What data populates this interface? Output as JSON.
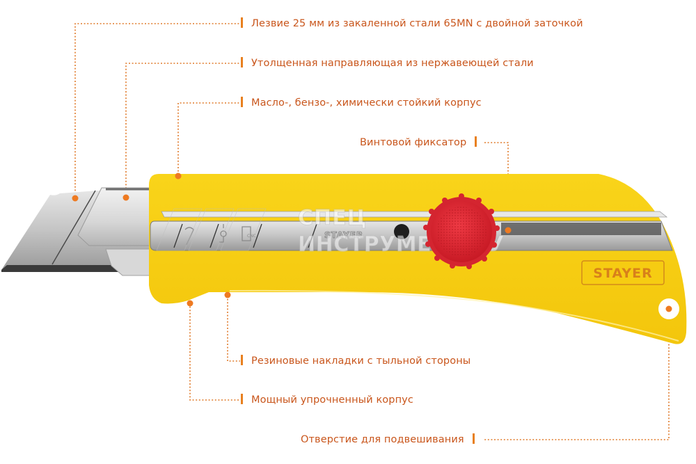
{
  "colors": {
    "label_text": "#c9561c",
    "leader_line": "#e07a2a",
    "marker_dot": "#ee7a21",
    "body_yellow": "#f7cf10",
    "wheel_red": "#e0242f",
    "blade_steel": "#c8c8c8",
    "brand_orange": "#e0881a"
  },
  "knife": {
    "brand_logo": "STAYER",
    "slider_engraving": "STAYER",
    "watermark_line1": "СПЕЦ",
    "watermark_line2": "ИНСТРУМЕНТ.РУ"
  },
  "callouts": [
    {
      "id": "blade",
      "text": "Лезвие 25 мм из закаленной стали 65MN с двойной заточкой"
    },
    {
      "id": "guide",
      "text": "Утолщенная направляющая из нержавеющей стали"
    },
    {
      "id": "body_resistant",
      "text": "Масло-, бензо-, химически стойкий корпус"
    },
    {
      "id": "screw_lock",
      "text": "Винтовой фиксатор"
    },
    {
      "id": "rubber_pads",
      "text": "Резиновые накладки с тыльной стороны"
    },
    {
      "id": "reinforced_body",
      "text": "Мощный упрочненный корпус"
    },
    {
      "id": "hanging_hole",
      "text": "Отверстие для подвешивания"
    }
  ]
}
